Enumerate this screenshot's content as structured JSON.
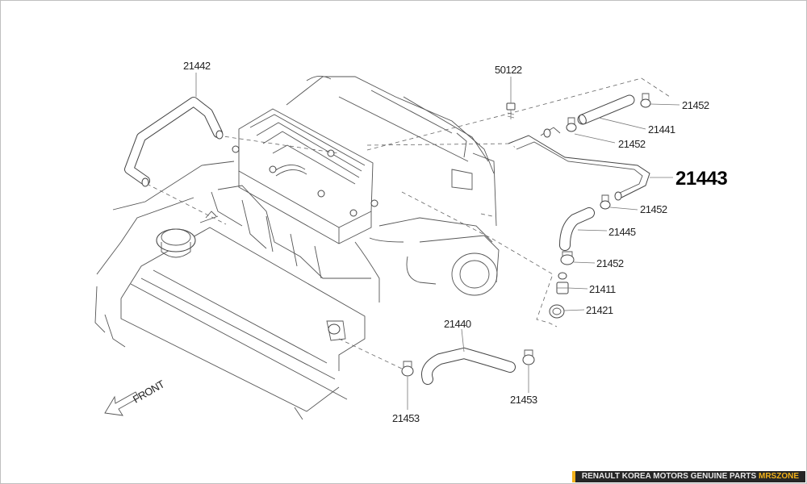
{
  "diagram": {
    "parts": {
      "p21442": "21442",
      "p50122": "50122",
      "p21452_a": "21452",
      "p21441": "21441",
      "p21452_b": "21452",
      "p21443": "21443",
      "p21452_c": "21452",
      "p21445": "21445",
      "p21452_d": "21452",
      "p21411": "21411",
      "p21421": "21421",
      "p21440": "21440",
      "p21453_a": "21453",
      "p21453_b": "21453"
    },
    "front_label": "FRONT"
  },
  "footer": {
    "text": "RENAULT KOREA MOTORS GENUINE PARTS",
    "brand": "MRSZONE"
  },
  "colors": {
    "footer_bg": "#262626",
    "footer_accent": "#f2b21b"
  }
}
